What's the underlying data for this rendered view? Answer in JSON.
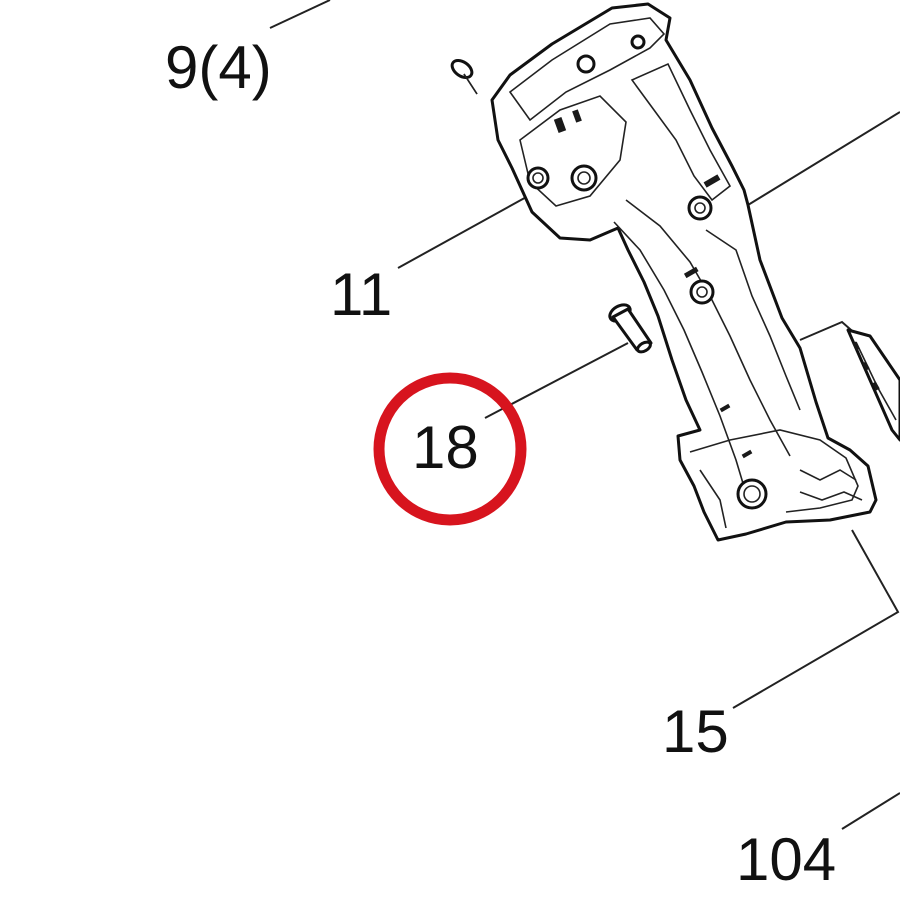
{
  "callouts": [
    {
      "id": "9",
      "label": "9(4)"
    },
    {
      "id": "11",
      "label": "11"
    },
    {
      "id": "18",
      "label": "18",
      "highlighted": true
    },
    {
      "id": "15",
      "label": "15"
    },
    {
      "id": "104",
      "label": "104"
    }
  ],
  "highlight_color": "#d7141e",
  "line_color": "#222222"
}
